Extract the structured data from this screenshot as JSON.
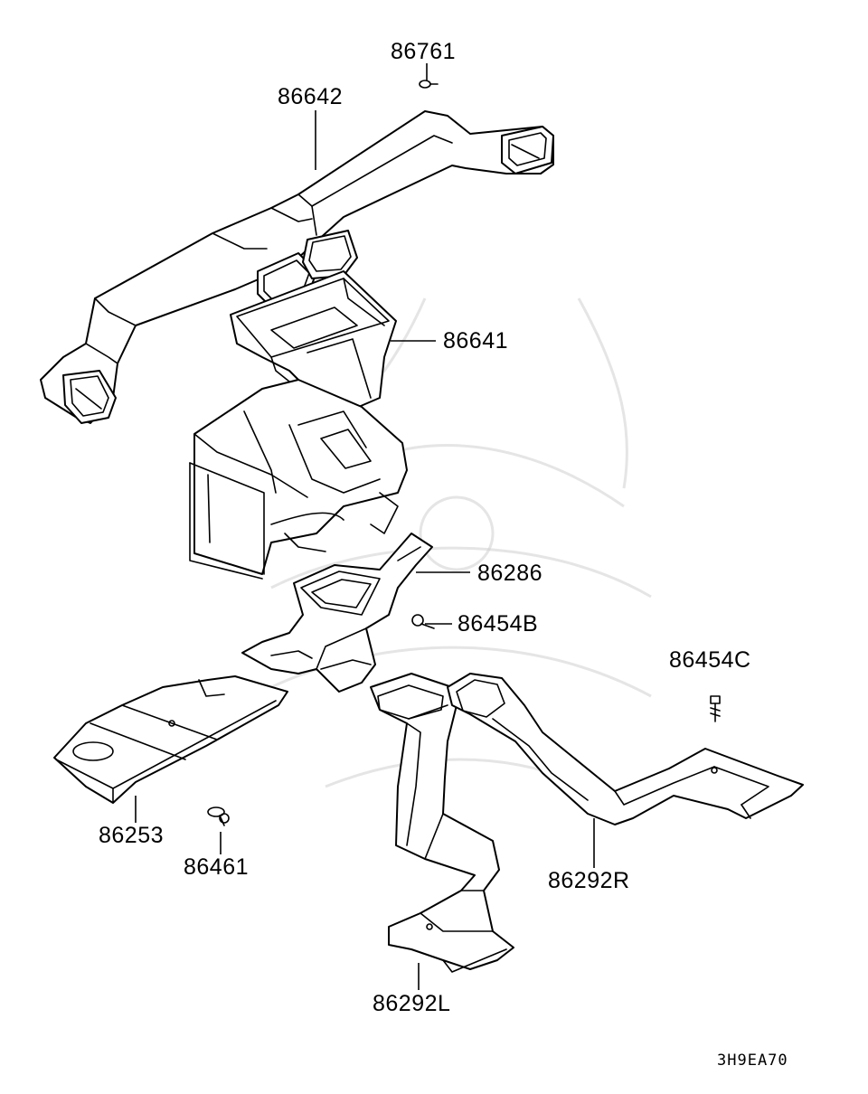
{
  "diagram": {
    "callouts": [
      {
        "id": "86761",
        "text": "86761"
      },
      {
        "id": "86642",
        "text": "86642"
      },
      {
        "id": "86641",
        "text": "86641"
      },
      {
        "id": "86286",
        "text": "86286"
      },
      {
        "id": "86454B",
        "text": "86454B"
      },
      {
        "id": "86454C",
        "text": "86454C"
      },
      {
        "id": "86253",
        "text": "86253"
      },
      {
        "id": "86461",
        "text": "86461"
      },
      {
        "id": "86292R",
        "text": "86292R"
      },
      {
        "id": "86292L",
        "text": "86292L"
      }
    ],
    "figure_code": "3H9EA70",
    "line_color": "#000000",
    "watermark_color": "#cfcfcf"
  }
}
